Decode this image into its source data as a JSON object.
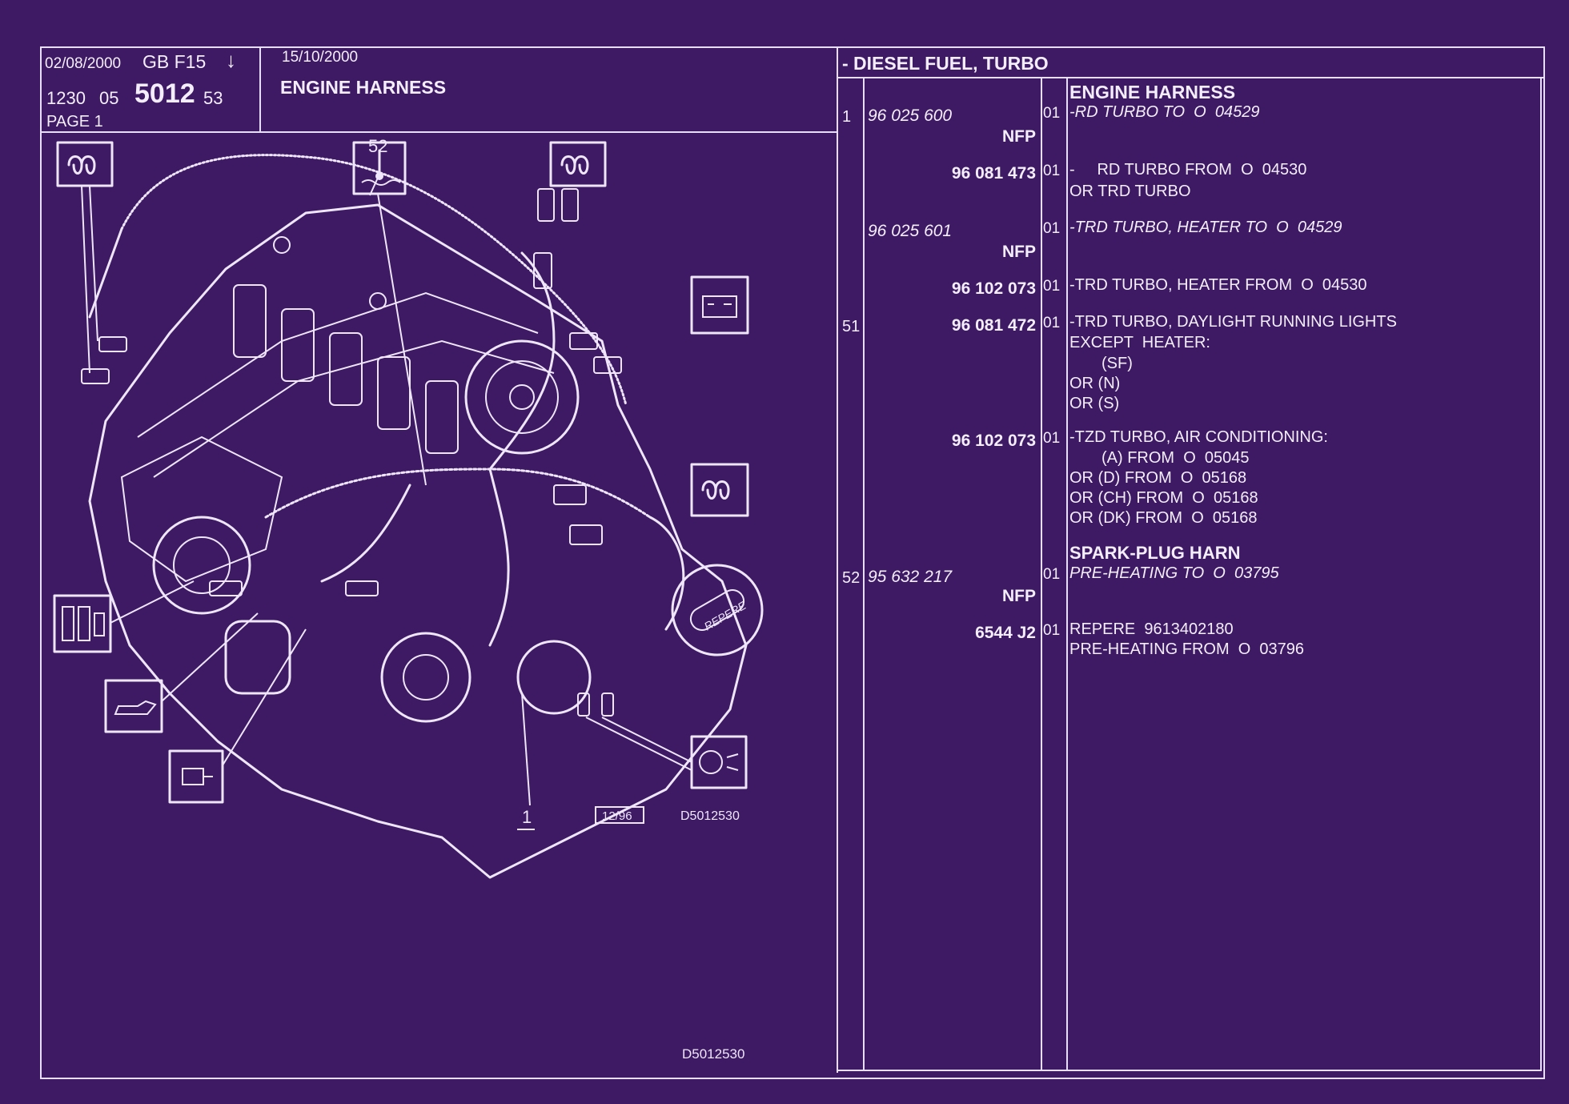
{
  "header": {
    "date_left": "02/08/2000",
    "lang_code": "GB F15",
    "arrow": "↓",
    "group": "1230",
    "subgroup": "05",
    "plate": "5012",
    "plate_suffix": "53",
    "page": "PAGE 1",
    "date_right": "15/10/2000",
    "title": "ENGINE HARNESS",
    "section": "- DIESEL FUEL, TURBO"
  },
  "diagram": {
    "callout_52": "52",
    "callout_1": "1",
    "date_box": "12/96",
    "ref_small": "D5012530",
    "ref_bottom": "D5012530",
    "repere_label": "REPERE"
  },
  "parts": {
    "heading_1": "ENGINE HARNESS",
    "heading_2": "SPARK-PLUG HARN",
    "rows": [
      {
        "ref": "1",
        "pn": "96 025 600",
        "nfp": "NFP",
        "qty": "01",
        "desc": "-RD TURBO TO  O  04529"
      },
      {
        "ref": "",
        "pn": "96 081 473",
        "nfp": "",
        "qty": "01",
        "desc": "-     RD TURBO FROM  O  04530",
        "desc2": "OR TRD TURBO"
      },
      {
        "ref": "",
        "pn": "96 025 601",
        "nfp": "NFP",
        "qty": "01",
        "desc": "-TRD TURBO, HEATER TO  O  04529"
      },
      {
        "ref": "",
        "pn": "96 102 073",
        "nfp": "",
        "qty": "01",
        "desc": "-TRD TURBO, HEATER FROM  O  04530"
      },
      {
        "ref": "51",
        "pn": "96 081 472",
        "nfp": "",
        "qty": "01",
        "desc": "-TRD TURBO, DAYLIGHT RUNNING LIGHTS",
        "desc2": "EXCEPT  HEATER:",
        "desc3": "(SF)",
        "desc4": "OR (N)",
        "desc5": "OR (S)"
      },
      {
        "ref": "",
        "pn": "96 102 073",
        "nfp": "",
        "qty": "01",
        "desc": "-TZD TURBO, AIR CONDITIONING:",
        "desc2": "(A) FROM  O  05045",
        "desc3": "OR (D) FROM  O  05168",
        "desc4": "OR (CH) FROM  O  05168",
        "desc5": "OR (DK) FROM  O  05168"
      },
      {
        "ref": "52",
        "pn": "95 632 217",
        "nfp": "NFP",
        "qty": "01",
        "desc": "PRE-HEATING TO  O  03795"
      },
      {
        "ref": "",
        "pn": "6544 J2",
        "nfp": "",
        "qty": "01",
        "desc": "REPERE  9613402180",
        "desc2": "PRE-HEATING FROM  O  03796"
      }
    ]
  }
}
